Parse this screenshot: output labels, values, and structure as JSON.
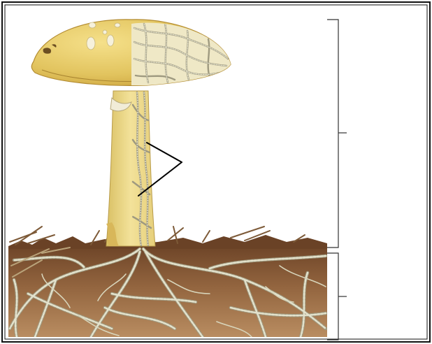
{
  "figure": {
    "subject": "mushroom-fruiting-body-and-mycelium",
    "colors": {
      "frame": "#111111",
      "cap": "#e9cf72",
      "cap_shade": "#c99f38",
      "stalk": "#eedb8c",
      "hyphae": "#e4e2cc",
      "hyphae_outline": "#9f9a80",
      "soil_top": "#6e4528",
      "soil_bottom": "#b98d61",
      "grass": "#7d5a38",
      "pointer": "#000000",
      "bracket": "#333333"
    },
    "brackets": [
      {
        "name": "fruiting-body-bracket"
      },
      {
        "name": "mycelium-bracket"
      }
    ],
    "pointer_lines": 2,
    "labels": []
  }
}
